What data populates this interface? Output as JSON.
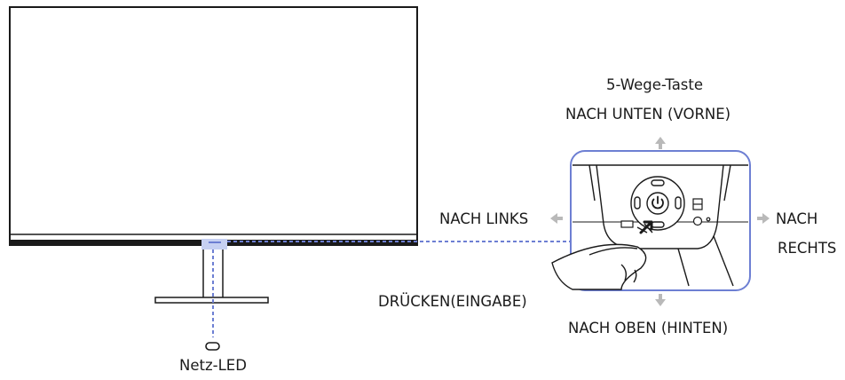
{
  "labels": {
    "title": "5-Wege-Taste",
    "down_front": "NACH UNTEN (VORNE)",
    "left": "NACH LINKS",
    "right_line1": "NACH",
    "right_line2": "RECHTS",
    "press_enter": "DRÜCKEN(EINGABE)",
    "up_back": "NACH OBEN (HINTEN)",
    "power_led": "Netz-LED"
  },
  "colors": {
    "outline": "#1a1a1a",
    "callout": "#6d7fd3",
    "arrow": "#b9b9b9",
    "led_highlight": "#c6d0f2"
  },
  "icons": {
    "power_button": "power-icon",
    "direction_arrows": "arrow-icon"
  }
}
